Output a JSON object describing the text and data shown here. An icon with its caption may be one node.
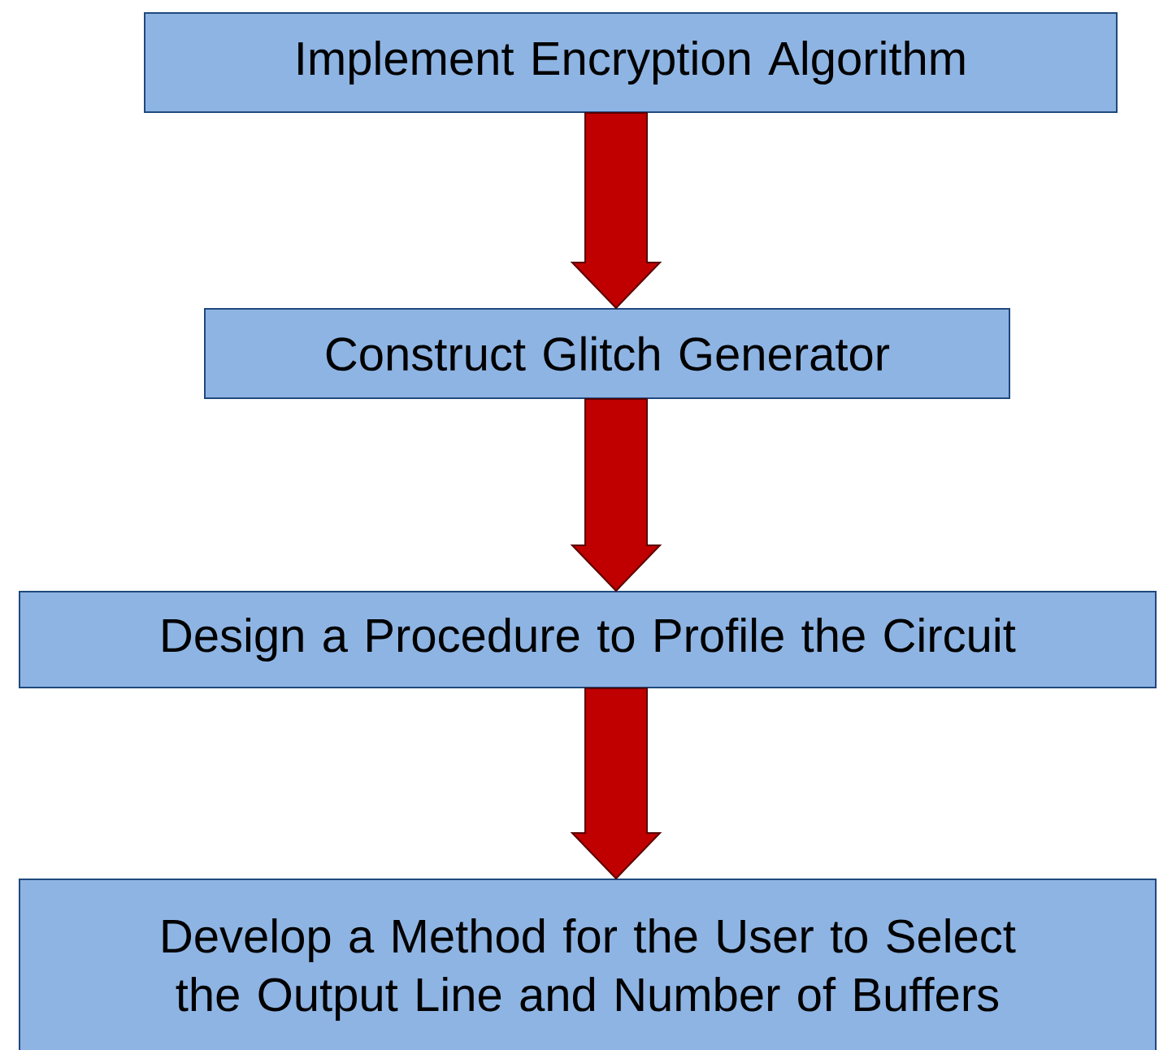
{
  "diagram": {
    "nodes": [
      {
        "text": [
          "Implement Encryption Algorithm"
        ]
      },
      {
        "text": [
          "Construct Glitch Generator"
        ]
      },
      {
        "text": [
          "Design a Procedure to Profile the Circuit"
        ]
      },
      {
        "text": [
          "Develop a Method for the User to Select the Output Line and Number of Buffers"
        ]
      }
    ],
    "edges": [
      {
        "from": 0,
        "to": 1,
        "arrow": "to"
      },
      {
        "from": 1,
        "to": 2,
        "arrow": "to"
      },
      {
        "from": 2,
        "to": 3,
        "arrow": "to"
      }
    ]
  }
}
